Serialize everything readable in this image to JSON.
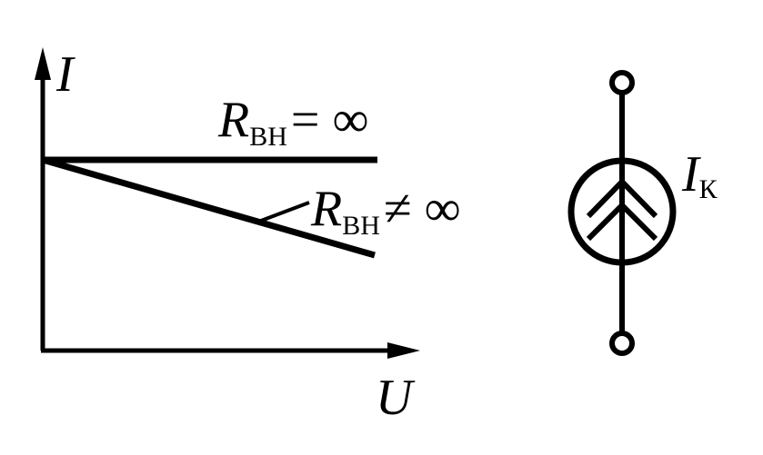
{
  "colors": {
    "ink": "#000000",
    "background": "#ffffff"
  },
  "graph": {
    "y_axis_label": "I",
    "x_axis_label": "U",
    "line_ideal": {
      "symbol": "R",
      "subscript": "ВН",
      "relation": "= ∞"
    },
    "line_real": {
      "symbol": "R",
      "subscript": "ВН",
      "relation": "≠ ∞"
    }
  },
  "source_symbol": {
    "label": "I",
    "subscript": "К"
  }
}
